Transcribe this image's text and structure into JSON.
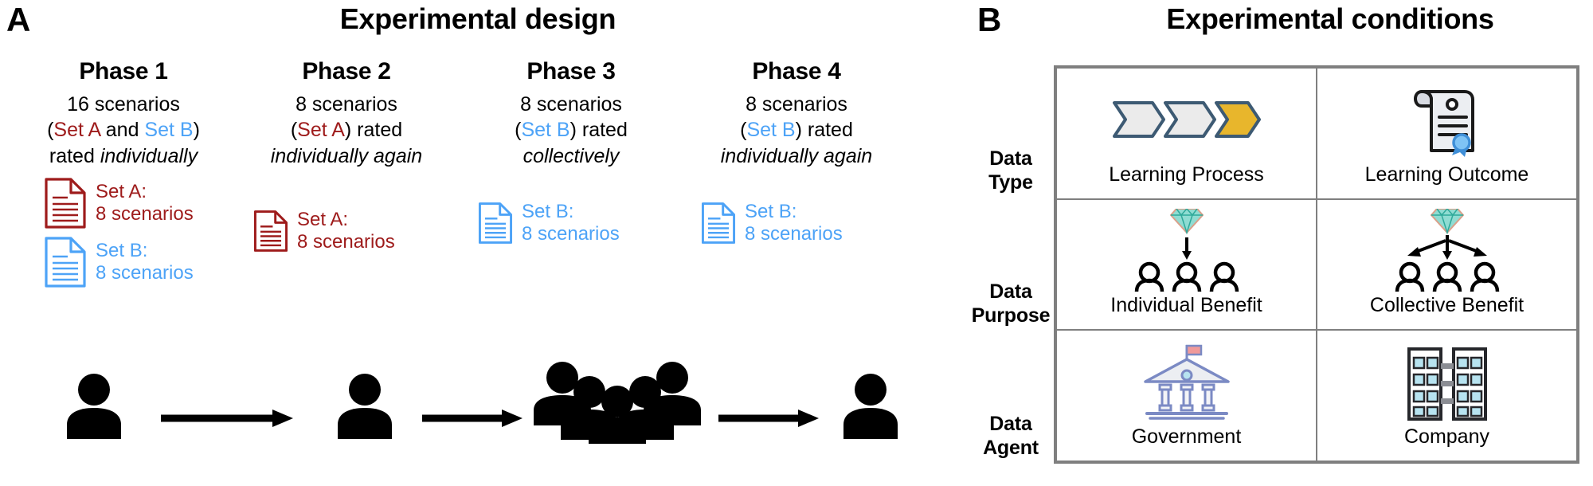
{
  "panel_a": {
    "letter": "A",
    "title": "Experimental design",
    "phases": [
      {
        "heading": "Phase 1",
        "line1": "16 scenarios",
        "line2_open": "(",
        "line2_seta": "Set A",
        "line2_mid": " and ",
        "line2_setb": "Set B",
        "line2_close": ")",
        "line3_pre": "rated ",
        "line3_em": "individually",
        "docs": [
          {
            "set": "Set A:",
            "count": "8 scenarios",
            "color": "#9e1b1b"
          },
          {
            "set": "Set B:",
            "count": "8 scenarios",
            "color": "#4da3f7"
          }
        ]
      },
      {
        "heading": "Phase 2",
        "line1": "8 scenarios",
        "line2_open": "(",
        "line2_seta": "Set A",
        "line2_close": ") rated",
        "line3_em": "individually again",
        "docs": [
          {
            "set": "Set A:",
            "count": "8 scenarios",
            "color": "#9e1b1b"
          }
        ]
      },
      {
        "heading": "Phase 3",
        "line1": "8 scenarios",
        "line2_open": "(",
        "line2_setb": "Set B",
        "line2_close": ") rated",
        "line3_em": "collectively",
        "docs": [
          {
            "set": "Set B:",
            "count": "8 scenarios",
            "color": "#4da3f7"
          }
        ]
      },
      {
        "heading": "Phase 4",
        "line1": "8 scenarios",
        "line2_open": "(",
        "line2_setb": "Set B",
        "line2_close": ") rated",
        "line3_em": "individually again",
        "docs": [
          {
            "set": "Set B:",
            "count": "8 scenarios",
            "color": "#4da3f7"
          }
        ]
      }
    ],
    "flow": {
      "icons": [
        "person",
        "arrow",
        "person",
        "arrow",
        "group",
        "arrow",
        "person"
      ],
      "color": "#000000"
    }
  },
  "panel_b": {
    "letter": "B",
    "title": "Experimental conditions",
    "row_labels": [
      {
        "line1": "Data",
        "line2": "Type"
      },
      {
        "line1": "Data",
        "line2": "Purpose"
      },
      {
        "line1": "Data",
        "line2": "Agent"
      }
    ],
    "cells": [
      {
        "icon": "chevron-process-icon",
        "caption": "Learning Process"
      },
      {
        "icon": "certificate-icon",
        "caption": "Learning Outcome"
      },
      {
        "icon": "diamond-single-arrow-icon",
        "caption": "Individual Benefit"
      },
      {
        "icon": "diamond-multi-arrow-icon",
        "caption": "Collective Benefit"
      },
      {
        "icon": "government-building-icon",
        "caption": "Government"
      },
      {
        "icon": "office-towers-icon",
        "caption": "Company"
      }
    ],
    "colors": {
      "border": "#7f7f7f",
      "chevron_gray": "#ebebeb",
      "chevron_gold": "#e8b62c",
      "chevron_stroke": "#3d5a73",
      "ribbon_blue": "#4da3f7",
      "diamond_teal": "#8fdcd2",
      "building_blue": "#7b8ac4",
      "flag_red": "#f09a9a",
      "window_blue": "#b7e3f0"
    }
  }
}
